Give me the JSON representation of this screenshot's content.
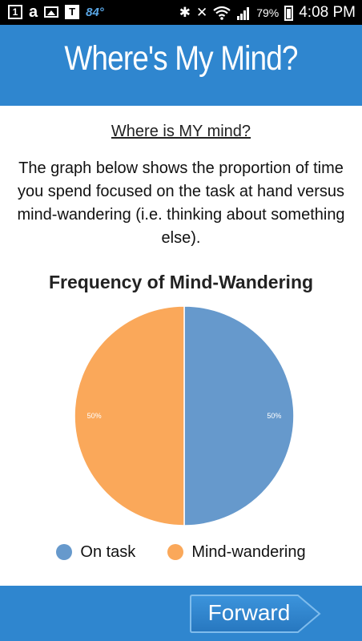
{
  "status_bar": {
    "notification_count": "1",
    "temperature": "84°",
    "battery_percent": "79%",
    "time": "4:08 PM"
  },
  "header": {
    "title": "Where's My Mind?"
  },
  "main": {
    "subtitle": "Where is MY mind?",
    "description": "The graph below shows the proportion of time you spend focused on the task at hand versus mind-wandering (i.e. thinking about something else)."
  },
  "chart_data": {
    "type": "pie",
    "title": "Frequency of Mind-Wandering",
    "categories": [
      "On task",
      "Mind-wandering"
    ],
    "values": [
      50,
      50
    ],
    "labels": [
      "50%",
      "50%"
    ],
    "colors": [
      "#6699cc",
      "#faa85a"
    ],
    "legend_position": "bottom"
  },
  "footer": {
    "forward_label": "Forward"
  }
}
